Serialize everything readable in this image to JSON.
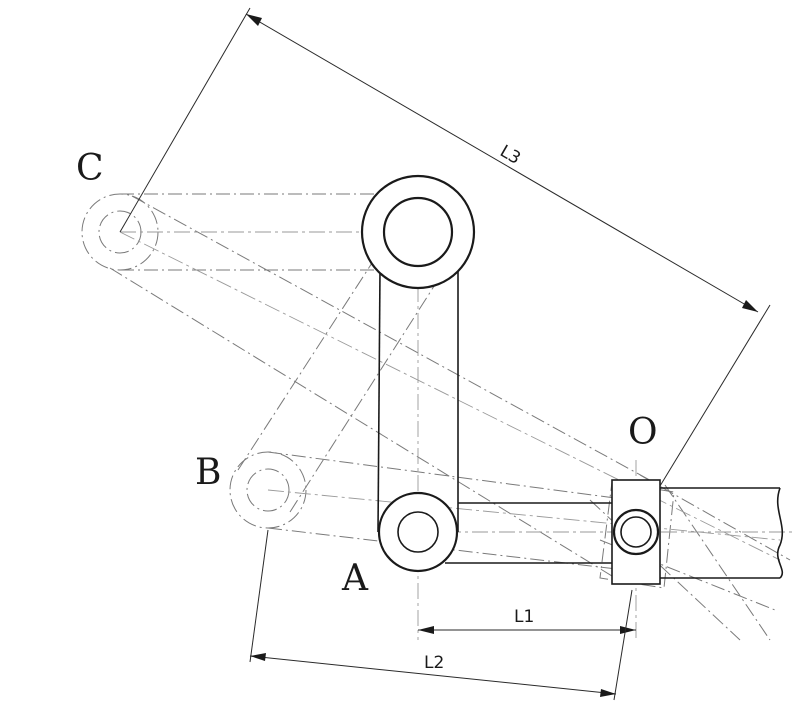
{
  "labels": {
    "point_c": "C",
    "point_b": "B",
    "point_a": "A",
    "point_o": "O"
  },
  "dimensions": {
    "l1": "L1",
    "l2": "L2",
    "l3": "L3"
  }
}
